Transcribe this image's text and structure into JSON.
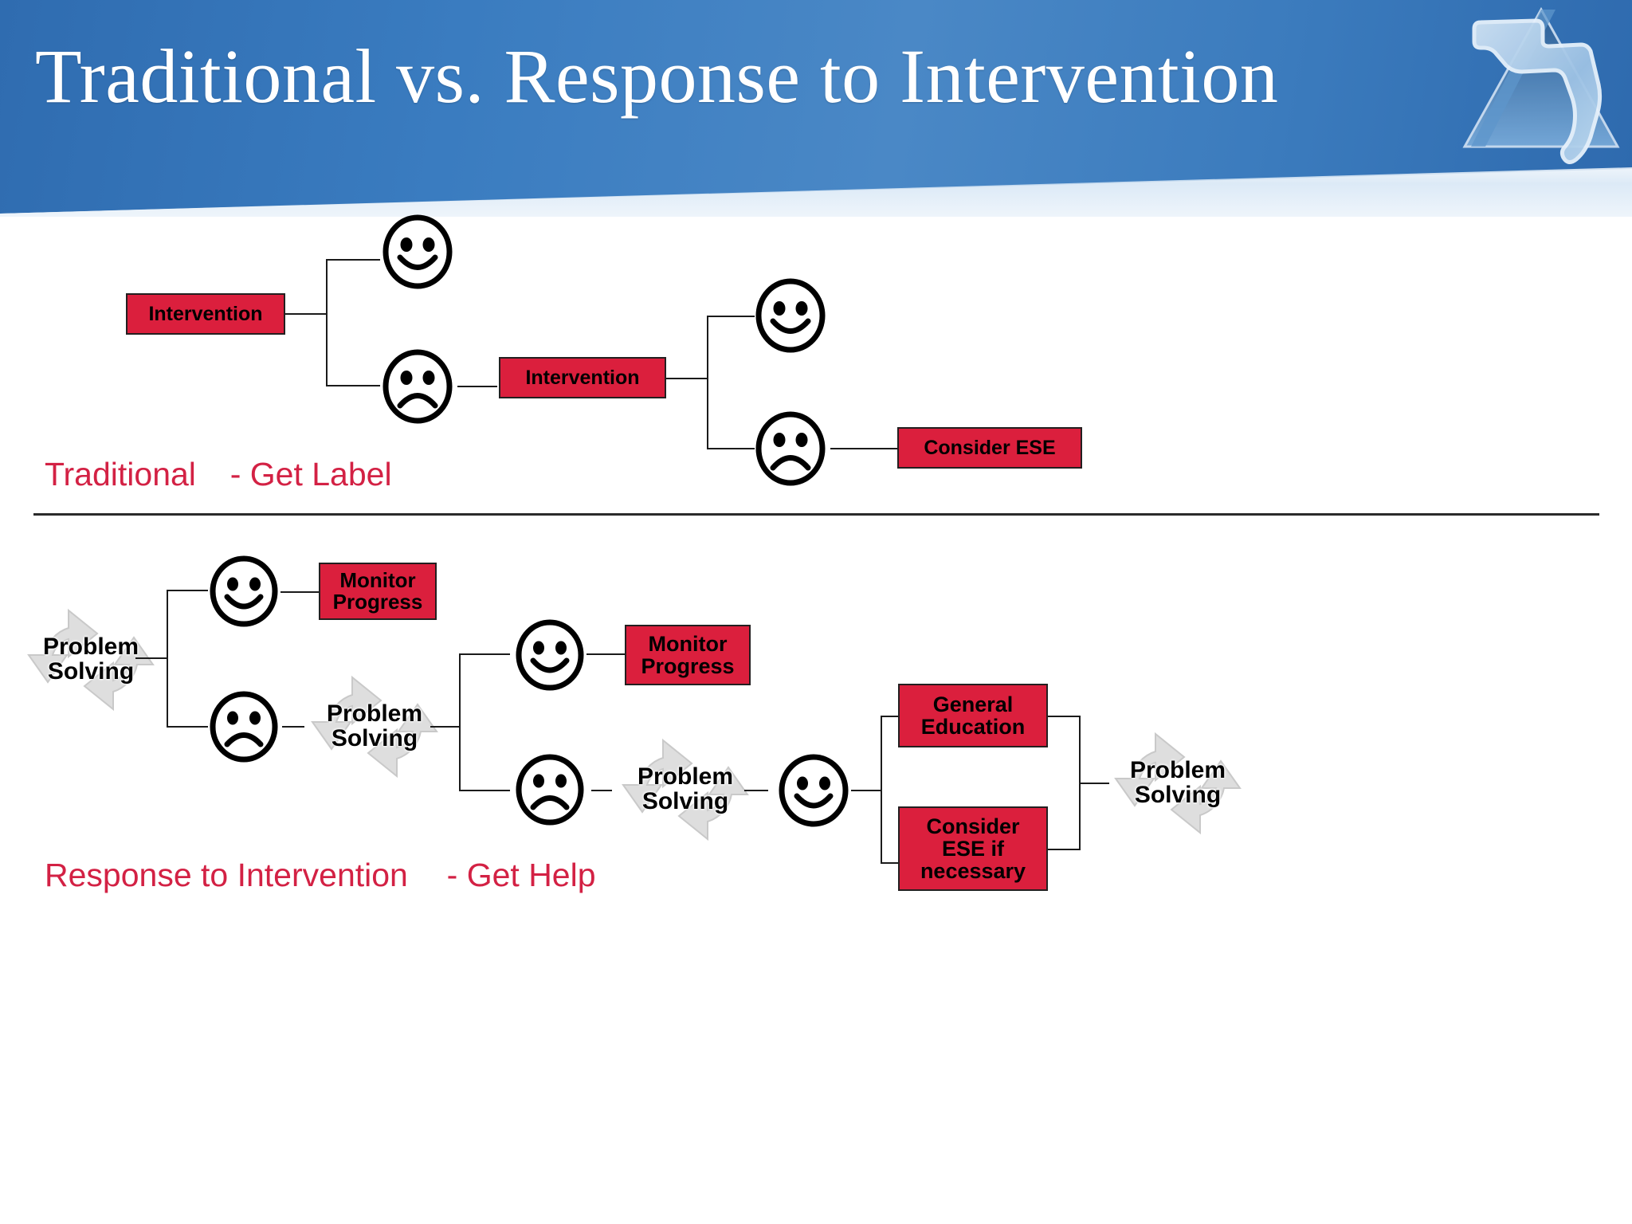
{
  "slide": {
    "title": "Traditional vs. Response to Intervention",
    "logo_name": "florida-state-outline-logo",
    "colors": {
      "header_blue": "#3a7cc0",
      "box_red": "#DB1F3D",
      "caption_red": "#D32144",
      "line_black": "#1b1b1b",
      "cycle_gray": "#dcdcdc"
    }
  },
  "traditional": {
    "caption_primary": "Traditional",
    "caption_secondary": "- Get Label",
    "intervention_1": "Intervention",
    "intervention_2": "Intervention",
    "consider_ese": "Consider ESE",
    "faces": {
      "happy_1": "happy-face",
      "sad_1": "sad-face",
      "happy_2": "happy-face",
      "sad_2": "sad-face"
    }
  },
  "rti": {
    "caption_primary": "Response to Intervention",
    "caption_secondary": "- Get Help",
    "problem_solving_1": {
      "line1": "Problem",
      "line2": "Solving"
    },
    "problem_solving_2": {
      "line1": "Problem",
      "line2": "Solving"
    },
    "problem_solving_3": {
      "line1": "Problem",
      "line2": "Solving"
    },
    "problem_solving_4": {
      "line1": "Problem",
      "line2": "Solving"
    },
    "monitor_progress_1": {
      "line1": "Monitor",
      "line2": "Progress"
    },
    "monitor_progress_2": {
      "line1": "Monitor",
      "line2": "Progress"
    },
    "general_education": {
      "line1": "General",
      "line2": "Education"
    },
    "consider_ese_if_necessary": {
      "line1": "Consider",
      "line2": "ESE if",
      "line3": "necessary"
    },
    "faces": {
      "happy_1": "happy-face",
      "sad_1": "sad-face",
      "happy_2": "happy-face",
      "sad_2": "sad-face",
      "happy_3": "happy-face"
    }
  }
}
